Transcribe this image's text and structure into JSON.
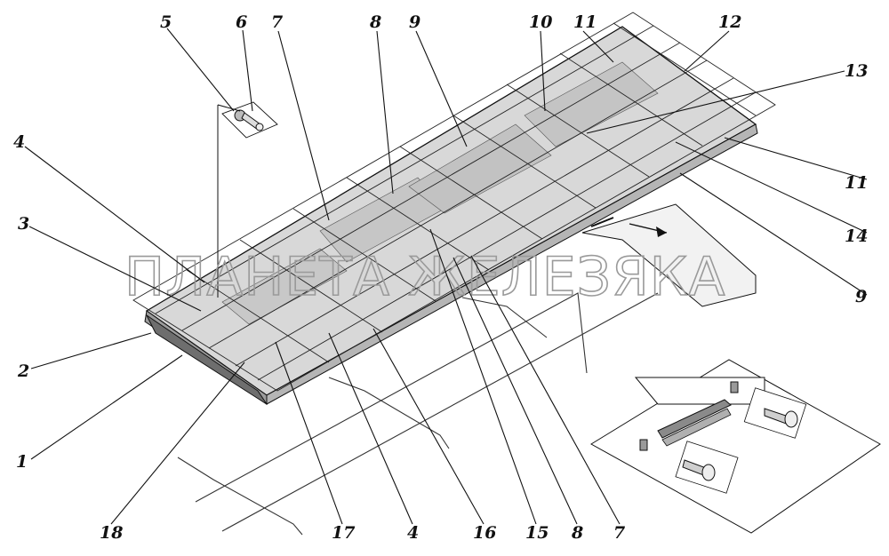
{
  "watermark": "ПЛАНЕТА ЖЕЛЕЗЯКА",
  "colors": {
    "line": "#111111",
    "panel": "#d8d8d8",
    "panel_dark": "#9c9c9c",
    "edge": "#6e6e6e",
    "watermark": "#9a9a9a"
  },
  "callouts": [
    {
      "id": "c5",
      "text": "5"
    },
    {
      "id": "c6",
      "text": "6"
    },
    {
      "id": "c7a",
      "text": "7"
    },
    {
      "id": "c8a",
      "text": "8"
    },
    {
      "id": "c9a",
      "text": "9"
    },
    {
      "id": "c10",
      "text": "10"
    },
    {
      "id": "c11a",
      "text": "11"
    },
    {
      "id": "c12",
      "text": "12"
    },
    {
      "id": "c13",
      "text": "13"
    },
    {
      "id": "c4a",
      "text": "4"
    },
    {
      "id": "c3",
      "text": "3"
    },
    {
      "id": "c11b",
      "text": "11"
    },
    {
      "id": "c14",
      "text": "14"
    },
    {
      "id": "c9b",
      "text": "9"
    },
    {
      "id": "c2",
      "text": "2"
    },
    {
      "id": "c1",
      "text": "1"
    },
    {
      "id": "c18",
      "text": "18"
    },
    {
      "id": "c17",
      "text": "17"
    },
    {
      "id": "c4b",
      "text": "4"
    },
    {
      "id": "c16",
      "text": "16"
    },
    {
      "id": "c15",
      "text": "15"
    },
    {
      "id": "c8b",
      "text": "8"
    },
    {
      "id": "c7b",
      "text": "7"
    }
  ]
}
